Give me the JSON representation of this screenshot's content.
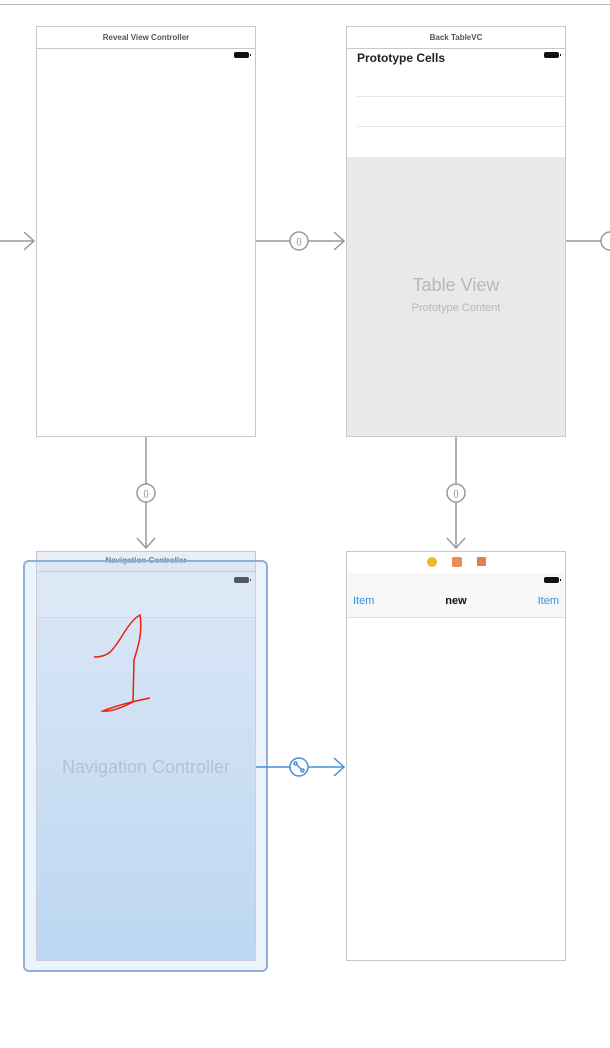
{
  "scenes": {
    "reveal": {
      "title": "Reveal View Controller"
    },
    "back_table": {
      "title": "Back TableVC",
      "section": "Prototype Cells",
      "table_label": "Table View",
      "table_sublabel": "Prototype Content"
    },
    "nav": {
      "title": "Navigation Controller",
      "label": "Navigation Controller"
    },
    "new_vc": {
      "left_item": "Item",
      "title": "new",
      "right_item": "Item"
    }
  },
  "segue_badges": {
    "embed": "{}"
  },
  "colors": {
    "selection": "#8fb0d6",
    "link_segue": "#4a8fd6",
    "annotation": "#e8200c",
    "bar_item": "#3b8de0"
  },
  "icons": [
    "first-responder-icon",
    "exit-cube-icon",
    "view-controller-exit-icon"
  ]
}
